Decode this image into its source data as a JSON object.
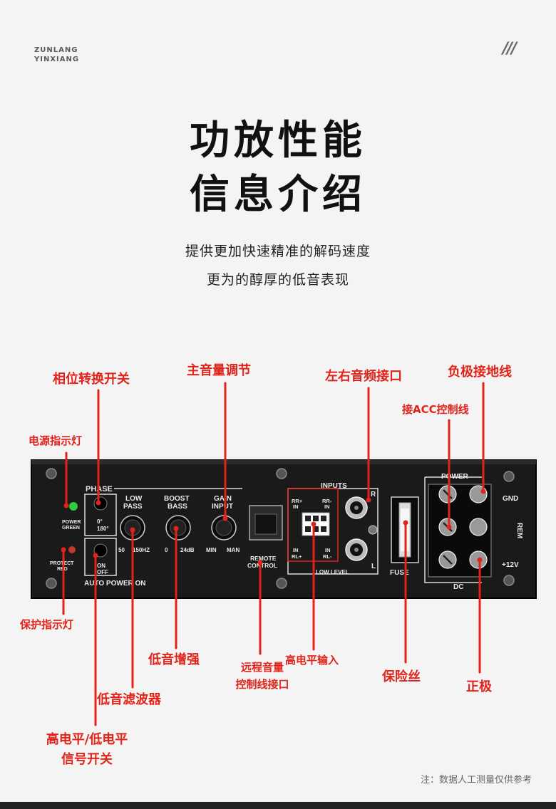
{
  "brand": {
    "line1": "ZUNLANG",
    "line2": "YINXIANG",
    "mark": "///"
  },
  "heading": {
    "line1": "功放性能",
    "line2": "信息介绍"
  },
  "subtitle": {
    "line1": "提供更加快速精准的解码速度",
    "line2": "更为的醇厚的低音表现"
  },
  "callouts": {
    "phase_switch": "相位转换开关",
    "main_volume": "主音量调节",
    "lr_audio_input": "左右音频接口",
    "ground": "负极接地线",
    "acc": "接ACC控制线",
    "power_led": "电源指示灯",
    "protect_led": "保护指示灯",
    "bass_boost": "低音增强",
    "remote_line1": "远程音量",
    "remote_line2": "控制线接口",
    "high_level_input": "高电平输入",
    "fuse": "保险丝",
    "positive": "正极",
    "low_pass_filter": "低音滤波器",
    "level_switch_line1": "高电平/低电平",
    "level_switch_line2": "信号开关"
  },
  "panel": {
    "power_led_label1": "POWER",
    "power_led_label2": "GREEN",
    "protect_led_label1": "PROTECT",
    "protect_led_label2": "RED",
    "phase": "PHASE",
    "phase_0": "0°",
    "phase_180": "180°",
    "auto_on": "ON",
    "auto_off": "OFF",
    "auto_power_on": "AUTO POWER ON",
    "low_pass_1": "LOW",
    "low_pass_2": "PASS",
    "low_pass_min": "50",
    "low_pass_max": "150HZ",
    "boost_1": "BOOST",
    "boost_2": "BASS",
    "boost_min": "0",
    "boost_max": "24dB",
    "gain_1": "GAIN",
    "gain_2": "INPUT",
    "gain_min": "MIN",
    "gain_max": "MAN",
    "remote_1": "REMOTE",
    "remote_2": "CONTROL",
    "inputs": "INPUTS",
    "rr_plus_1": "RR+",
    "rr_plus_2": "IN",
    "rr_minus_1": "RR-",
    "rr_minus_2": "IN",
    "rl_plus_1": "IN",
    "rl_plus_2": "RL+",
    "rl_minus_1": "IN",
    "rl_minus_2": "RL-",
    "low_level": "LOW LEVEL",
    "ch_r": "R",
    "ch_l": "L",
    "fuse": "FUSE",
    "power": "POWER",
    "gnd": "GND",
    "rem": "REM",
    "plus12v": "+12V",
    "dc": "DC"
  },
  "footnote": "注：数据人工测量仅供参考",
  "colors": {
    "accent_red": "#e2231a",
    "panel": "#1a1a1a",
    "background": "#f4f4f4"
  }
}
